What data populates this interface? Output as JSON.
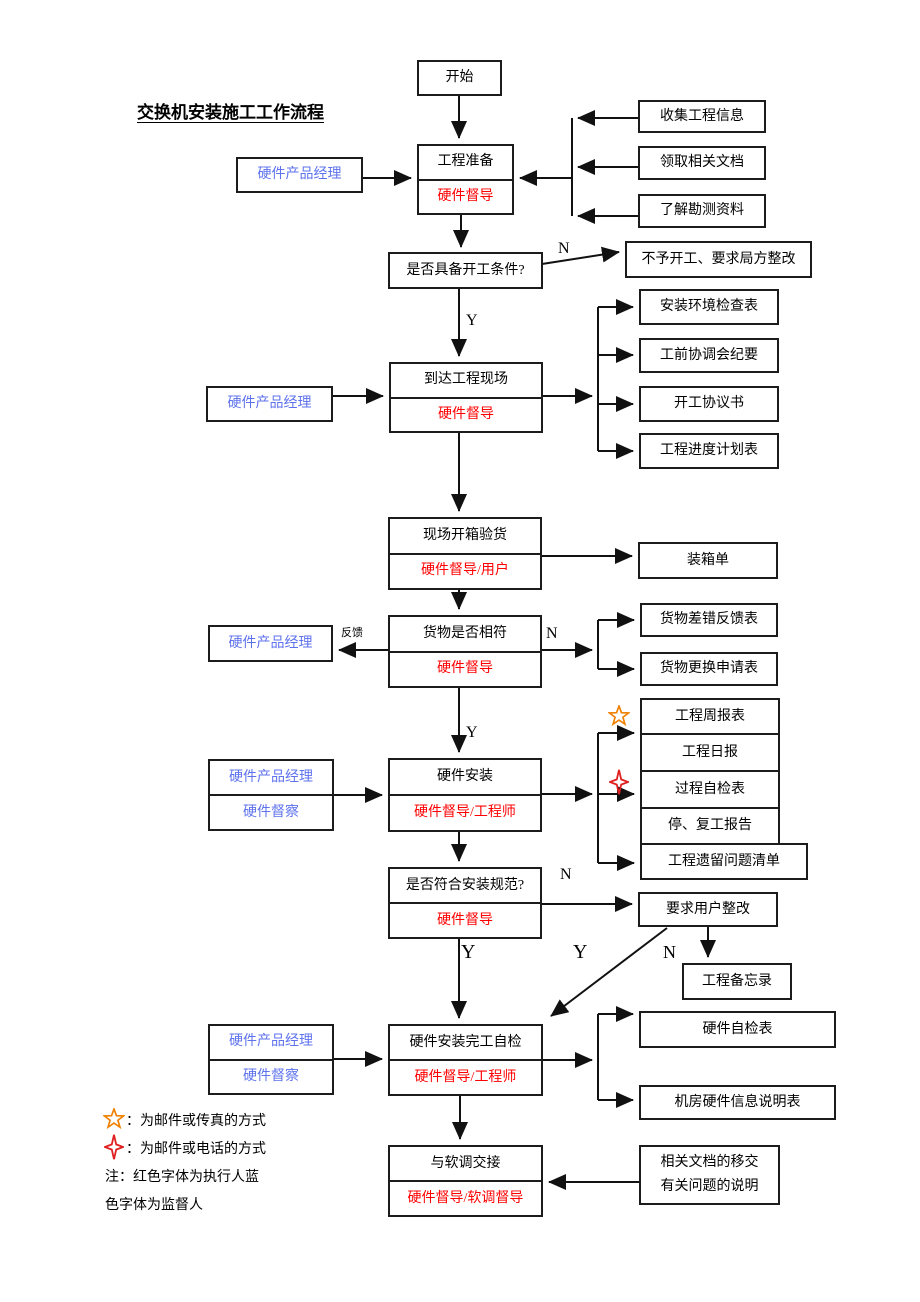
{
  "title": "交换机安装施工工作流程",
  "colors": {
    "executor_red": "#FF0000",
    "supervisor_blue": "#5E72EC",
    "line_black": "#1c1c1c",
    "star_orange": "#F08000",
    "star_red": "#E02020"
  },
  "labels": {
    "yes": "Y",
    "no": "N",
    "feedback": "反馈"
  },
  "nodes": {
    "start": "开始",
    "prepare": {
      "name": "工程准备",
      "executor": "硬件督导"
    },
    "check_start": "是否具备开工条件?",
    "arrive": {
      "name": "到达工程现场",
      "executor": "硬件督导"
    },
    "unbox": {
      "name": "现场开箱验货",
      "executor": "硬件督导/用户"
    },
    "goods_match": {
      "name": "货物是否相符",
      "executor": "硬件督导"
    },
    "install": {
      "name": "硬件安装",
      "executor": "硬件督导/工程师"
    },
    "check_spec": {
      "name": "是否符合安装规范?",
      "executor": "硬件督导"
    },
    "self_check": {
      "name": "硬件安装完工自检",
      "executor": "硬件督导/工程师"
    },
    "handover": {
      "name": "与软调交接",
      "executor": "硬件督导/软调督导"
    }
  },
  "supervisors": {
    "s1": "硬件产品经理",
    "s2": "硬件产品经理",
    "s3": "硬件产品经理",
    "s4": {
      "manager": "硬件产品经理",
      "inspector": "硬件督察"
    },
    "s5": {
      "manager": "硬件产品经理",
      "inspector": "硬件督察"
    }
  },
  "docs": {
    "collect_info": "收集工程信息",
    "get_docs": "领取相关文档",
    "survey": "了解勘测资料",
    "no_start": "不予开工、要求局方整改",
    "env_check": "安装环境检查表",
    "pre_meeting": "工前协调会纪要",
    "start_agreement": "开工协议书",
    "schedule": "工程进度计划表",
    "packing_list": "装箱单",
    "goods_error": "货物差错反馈表",
    "goods_replace": "货物更换申请表",
    "weekly_report": "工程周报表",
    "daily_report": "工程日报",
    "process_check": "过程自检表",
    "stop_resume": "停、复工报告",
    "leftover_list": "工程遗留问题清单",
    "rectify": "要求用户整改",
    "memo": "工程备忘录",
    "hw_check": "硬件自检表",
    "room_info": "机房硬件信息说明表",
    "doc_handover_line1": "相关文档的移交",
    "doc_handover_line2": "有关问题的说明"
  },
  "legend": {
    "fax_label": "：为邮件或传真的方式",
    "phone_label": "：为邮件或电话的方式",
    "note_line1": "注：红色字体为执行人蓝",
    "note_line2": "色字体为监督人"
  }
}
